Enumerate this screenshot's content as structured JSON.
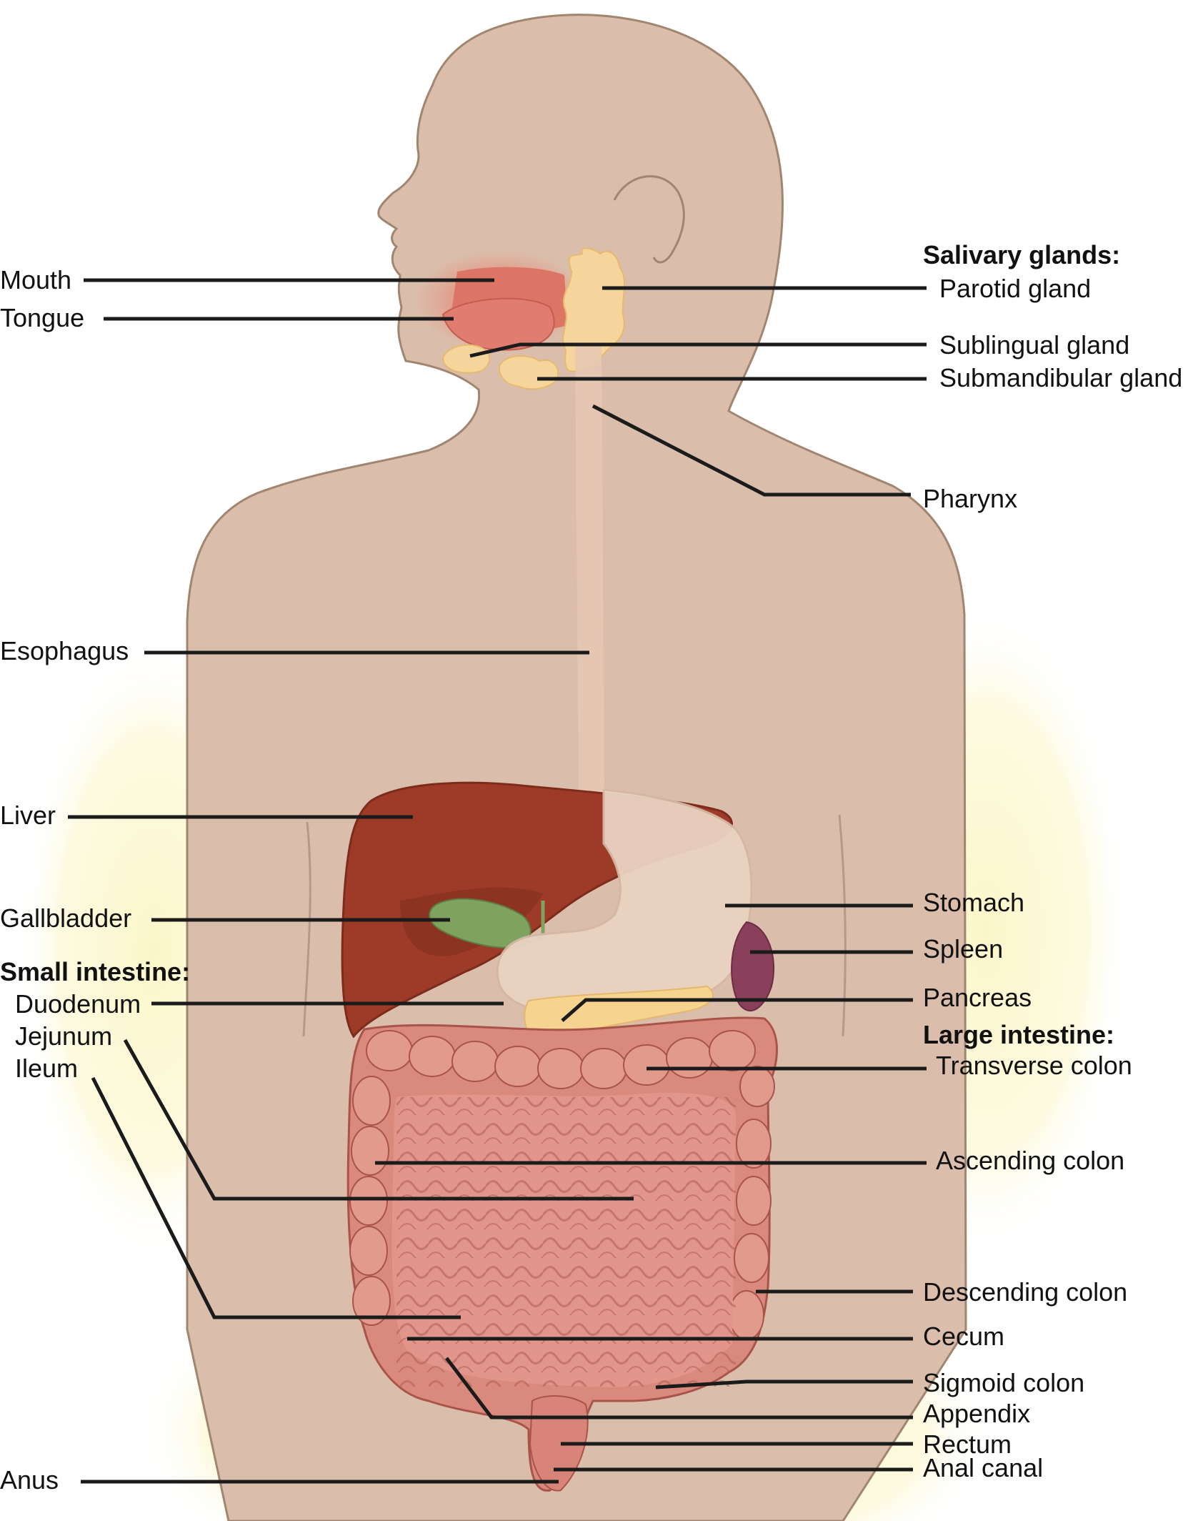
{
  "left_labels": {
    "mouth": "Mouth",
    "tongue": "Tongue",
    "esophagus": "Esophagus",
    "liver": "Liver",
    "gallbladder": "Gallbladder",
    "small_intestine_heading": "Small intestine:",
    "duodenum": "Duodenum",
    "jejunum": "Jejunum",
    "ileum": "Ileum",
    "anus": "Anus"
  },
  "right_labels": {
    "salivary_glands_heading": "Salivary glands:",
    "parotid_gland": "Parotid gland",
    "sublingual_gland": "Sublingual gland",
    "submandibular_gland": "Submandibular gland",
    "pharynx": "Pharynx",
    "stomach": "Stomach",
    "spleen": "Spleen",
    "pancreas": "Pancreas",
    "large_intestine_heading": "Large intestine:",
    "transverse_colon": "Transverse colon",
    "ascending_colon": "Ascending colon",
    "descending_colon": "Descending colon",
    "cecum": "Cecum",
    "sigmoid_colon": "Sigmoid colon",
    "appendix": "Appendix",
    "rectum": "Rectum",
    "anal_canal": "Anal canal"
  },
  "colors": {
    "skin": "#dbbdab",
    "liver": "#9e3b28",
    "gallbladder": "#7fa35f",
    "stomach": "#ead3c2",
    "spleen": "#8a3f5a",
    "pancreas": "#f6d48f",
    "intestine": "#d98a7c",
    "salivary_glands": "#f5d59b",
    "leader_line": "#1b1b1b",
    "background_glow": "#fbf6c6"
  }
}
